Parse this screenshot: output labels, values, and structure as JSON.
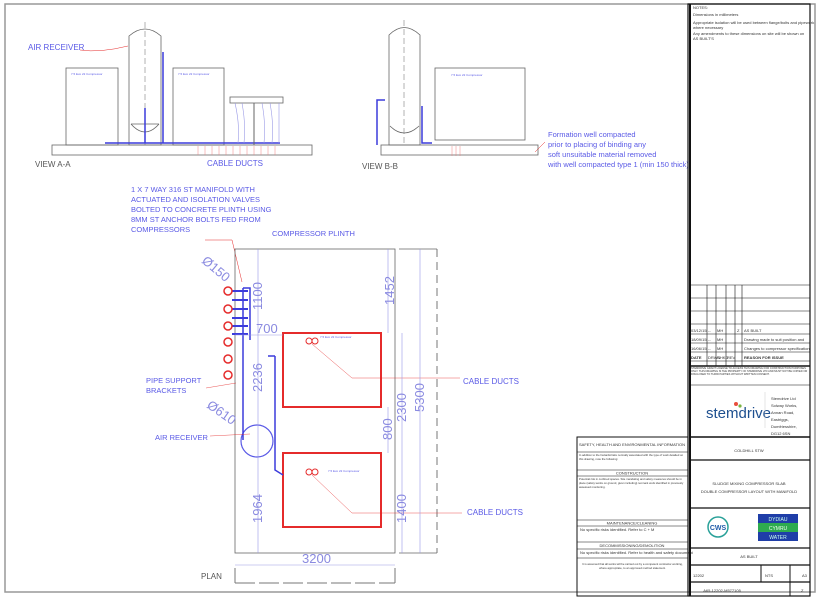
{
  "notes": {
    "title": "NOTES:",
    "lines": [
      "Dimensions in millimeters",
      "Appropriate isolation will be used between flange/bolts and pipework",
      "where necessary",
      "Any amendments to these dimensions on site will be shown on",
      "AS BUILT'S"
    ]
  },
  "view_aa": {
    "title": "VIEW A-A",
    "air_receiver_label": "AIR RECEIVER",
    "cable_ducts_label": "CABLE DUCTS",
    "compressor_label": "7.5 Evo 22 Compressor"
  },
  "view_bb": {
    "title": "VIEW B-B",
    "compressor_label": "7.5 Evo 22 Compressor",
    "formation_note": [
      "Formation well compacted",
      "prior to placing of binding any",
      "soft unsuitable material removed",
      "with well compacted type 1 (min 150 thick)"
    ]
  },
  "plan": {
    "title": "PLAN",
    "manifold_note": [
      "1 X 7 WAY 316 ST MANIFOLD WITH",
      "ACTUATED AND ISOLATION VALVES",
      "BOLTED TO CONCRETE PLINTH USING",
      "8MM ST ANCHOR BOLTS FED FROM",
      "COMPRESSORS"
    ],
    "plinth_label": "COMPRESSOR PLINTH",
    "pipe_support_label": [
      "PIPE SUPPORT",
      "BRACKETS"
    ],
    "air_receiver_label": "AIR RECEIVER",
    "cable_ducts_label_1": "CABLE DUCTS",
    "cable_ducts_label_2": "CABLE DUCTS",
    "compressor_label": "7.5 Evo 22 Compressor",
    "dims": {
      "d150": "Ø150",
      "d610": "Ø610",
      "d1100": "1100",
      "d700": "700",
      "d2236": "2236",
      "d1452": "1452",
      "d2300": "2300",
      "d5300": "5300",
      "d800": "800",
      "d1400": "1400",
      "d1964": "1964",
      "d3200": "3200"
    }
  },
  "she_box": {
    "h1": "SAFETY, HEALTH AND ENVIRONMENTAL INFORMATION",
    "t1": "In addition to the hazards/risks normally associated with the type of work detailed on this drawing, note the following:",
    "h2": "CONSTRUCTION",
    "t2": "Potential risk in confined spaces. Site mandating and safety measures should be in place (safety works on ground, given including) remnant work identified in previously assessed monitoring.",
    "h3": "MAINTENANCE/CLEANING",
    "t3": "No specific risks identified. Refer to C + M",
    "h4": "DECOMMISSIONING/DEMOLITION",
    "t4": "No specific risks identified. Refer to health and safety document",
    "t5": "It is assumed that all works will be carried out by a competent contractor working, where appropriate, to an approved method statement."
  },
  "revisions": {
    "rows": [
      {
        "date": "03/12/15",
        "by": "--",
        "chk": "MH",
        "rev": "Z",
        "reason": "AS BUILT"
      },
      {
        "date": "18/09/15",
        "by": "--",
        "chk": "MH",
        "rev": "",
        "reason": "Drawing made to suit position and"
      },
      {
        "date": "16/06/15",
        "by": "--",
        "chk": "MH",
        "rev": "",
        "reason": "Changes to compressor specification"
      }
    ],
    "header": {
      "date": "DATE",
      "by": "DRWN",
      "chk": "CHKD",
      "rev": "REV",
      "reason": "REASON FOR ISSUE"
    }
  },
  "disclaimer": "STEMDRIVE GRANT LICENSE TO ACCESS THIS DRAWING FOR CONSTRUCTION PURPOSES ONLY. THIS DRAWING IS THE PROPERTY OF STEMDRIVE LTD AND MUST NOT BE COPIED OR DISCLOSED TO THIRD PARTIES WITHOUT WRITTEN CONSENT.",
  "company": {
    "logo_text": "stemdrive",
    "address": [
      "Stemdrive Ltd",
      "Solway Works,",
      "Annan Road,",
      "Eastriggs,",
      "Dumfriesshire,",
      "DG12 6SN"
    ]
  },
  "site": "COLDHILL STW",
  "drawing_title": [
    "SLUDGE MIXING COMPRESSOR SLAB",
    "DOUBLE COMPRESSOR LAYOUT WITH MANIFOLD"
  ],
  "client_logos": {
    "left": "CWS",
    "right": [
      "DYDIAU",
      "CYMRU",
      "WATER"
    ]
  },
  "status": "AS BUILT",
  "job_no": "12202",
  "scale": "NTS",
  "size": "A3",
  "drawing_no": "A65-12202-M577105",
  "rev": "Z",
  "colors": {
    "dimension": "#8a8ae0",
    "pipe": "#3b3bdc",
    "compressor_outline": "#e52b2b"
  }
}
